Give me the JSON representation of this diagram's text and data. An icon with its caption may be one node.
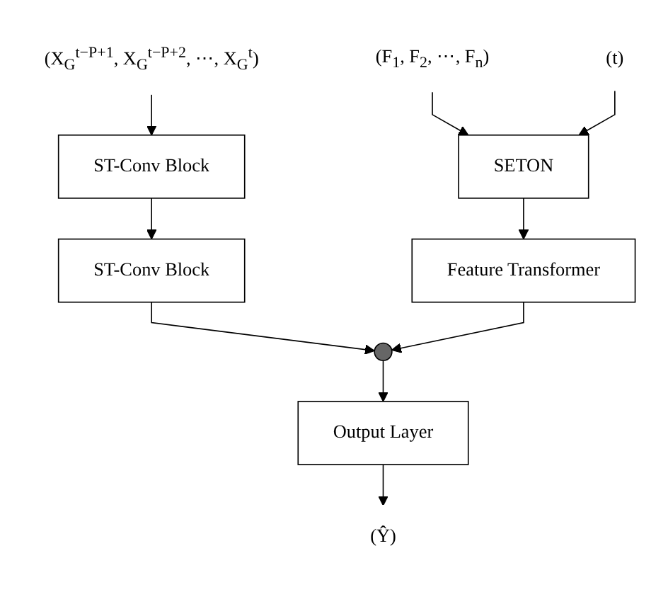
{
  "diagram": {
    "nodes": [
      {
        "text": [
          "(X$_{G}$$^{t−P+1}$, X$_{G}$$^{t−P+2}$, ⋯, X$_{G}$$^{t}$)"
        ]
      },
      {
        "text": [
          "(F$_{1}$, F$_{2}$, ⋯, F$_{n}$)"
        ]
      },
      {
        "text": [
          "(t)"
        ]
      },
      {
        "text": [
          "ST-Conv Block"
        ]
      },
      {
        "text": [
          "SETON"
        ]
      },
      {
        "text": [
          "ST-Conv Block"
        ]
      },
      {
        "text": [
          "Feature Transformer"
        ]
      },
      {
        "text": [],
        "shape": "circle"
      },
      {
        "text": [
          "Output Layer"
        ]
      },
      {
        "text": [
          "(Ŷ)"
        ]
      }
    ],
    "edges": [
      {
        "from": 0,
        "to": 3,
        "arrow": "to"
      },
      {
        "from": 1,
        "to": 4,
        "arrow": "to"
      },
      {
        "from": 2,
        "to": 4,
        "arrow": "to"
      },
      {
        "from": 3,
        "to": 5,
        "arrow": "to"
      },
      {
        "from": 4,
        "to": 6,
        "arrow": "to"
      },
      {
        "from": 5,
        "to": 7,
        "arrow": "to"
      },
      {
        "from": 6,
        "to": 7,
        "arrow": "to"
      },
      {
        "from": 7,
        "to": 8,
        "arrow": "to"
      },
      {
        "from": 8,
        "to": 9,
        "arrow": "to"
      }
    ]
  }
}
